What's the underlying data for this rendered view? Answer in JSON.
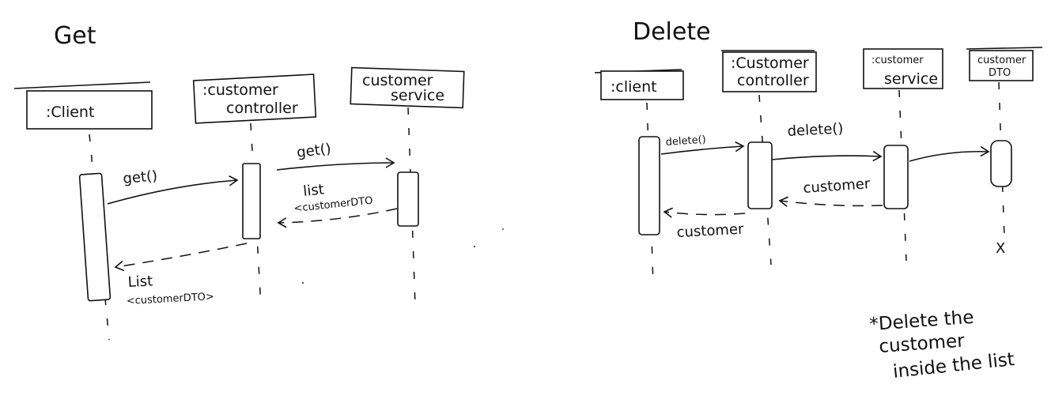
{
  "get_diagram": {
    "title": "Get",
    "client": ":Client",
    "controller_line1": ":customer",
    "controller_line2": "controller",
    "service_line1": "customer",
    "service_line2": "service",
    "msg_get_1": "get()",
    "msg_get_2": "get()",
    "ret_service_line1": "list",
    "ret_service_line2": "<customerDTO",
    "ret_controller_line1": "List",
    "ret_controller_line2": "<customerDTO>"
  },
  "delete_diagram": {
    "title": "Delete",
    "client": ":client",
    "controller_line1": ":Customer",
    "controller_line2": "controller",
    "service_line1": ":customer",
    "service_line2": "service",
    "dto_line1": "customer",
    "dto_line2": "DTO",
    "msg_delete_1": "delete()",
    "msg_delete_2": "delete()",
    "ret_service": "customer",
    "ret_controller": "customer",
    "destroy_mark": "X",
    "note_line1": "*Delete the",
    "note_line2": "customer",
    "note_line3": "inside the list"
  }
}
